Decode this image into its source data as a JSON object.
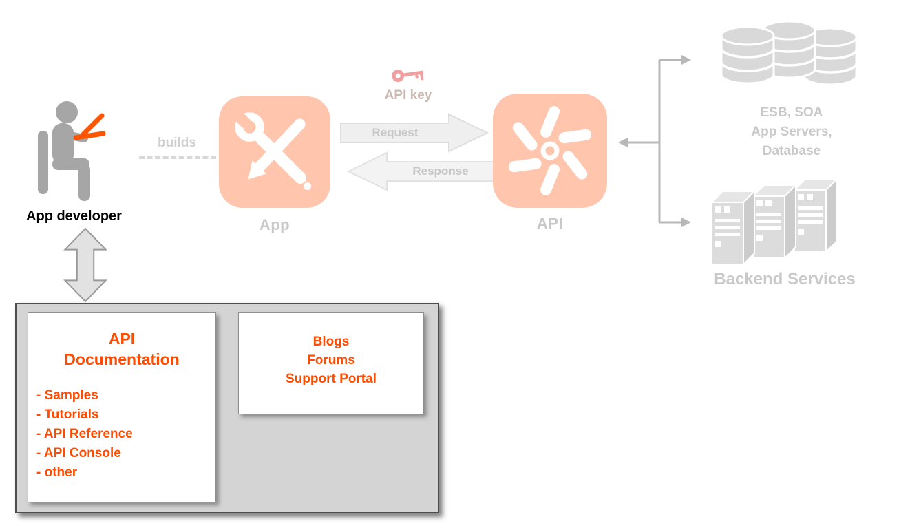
{
  "colors": {
    "accent_orange": "#ff4b00",
    "salmon_icon_bg": "#ffc5ad",
    "key_pink": "#f0a0a0",
    "muted_gray": "#c9c9c9",
    "panel_gray": "#d4d4d4"
  },
  "icons": {
    "developer": "person-with-laptop-icon",
    "app": "wrench-and-pencil-icon",
    "api": "pinwheel-gear-icon",
    "api_key": "key-icon",
    "backend_top": "database-cylinders-icon",
    "backend_bottom": "server-towers-icon",
    "portal_link": "double-headed-arrow-icon"
  },
  "diagram": {
    "developer_label": "App developer",
    "builds_label": "builds",
    "app_label": "App",
    "api_key_label": "API key",
    "request_label": "Request",
    "response_label": "Response",
    "api_label": "API",
    "backend_system_lines": [
      "ESB, SOA",
      "App Servers,",
      "Database"
    ],
    "backend_services_label": "Backend Services",
    "portal": {
      "documentation": {
        "title_lines": [
          "API",
          "Documentation"
        ],
        "items": [
          "- Samples",
          "- Tutorials",
          "- API Reference",
          "- API Console",
          "- other"
        ]
      },
      "community": {
        "lines": [
          "Blogs",
          "Forums",
          "Support Portal"
        ]
      }
    }
  }
}
